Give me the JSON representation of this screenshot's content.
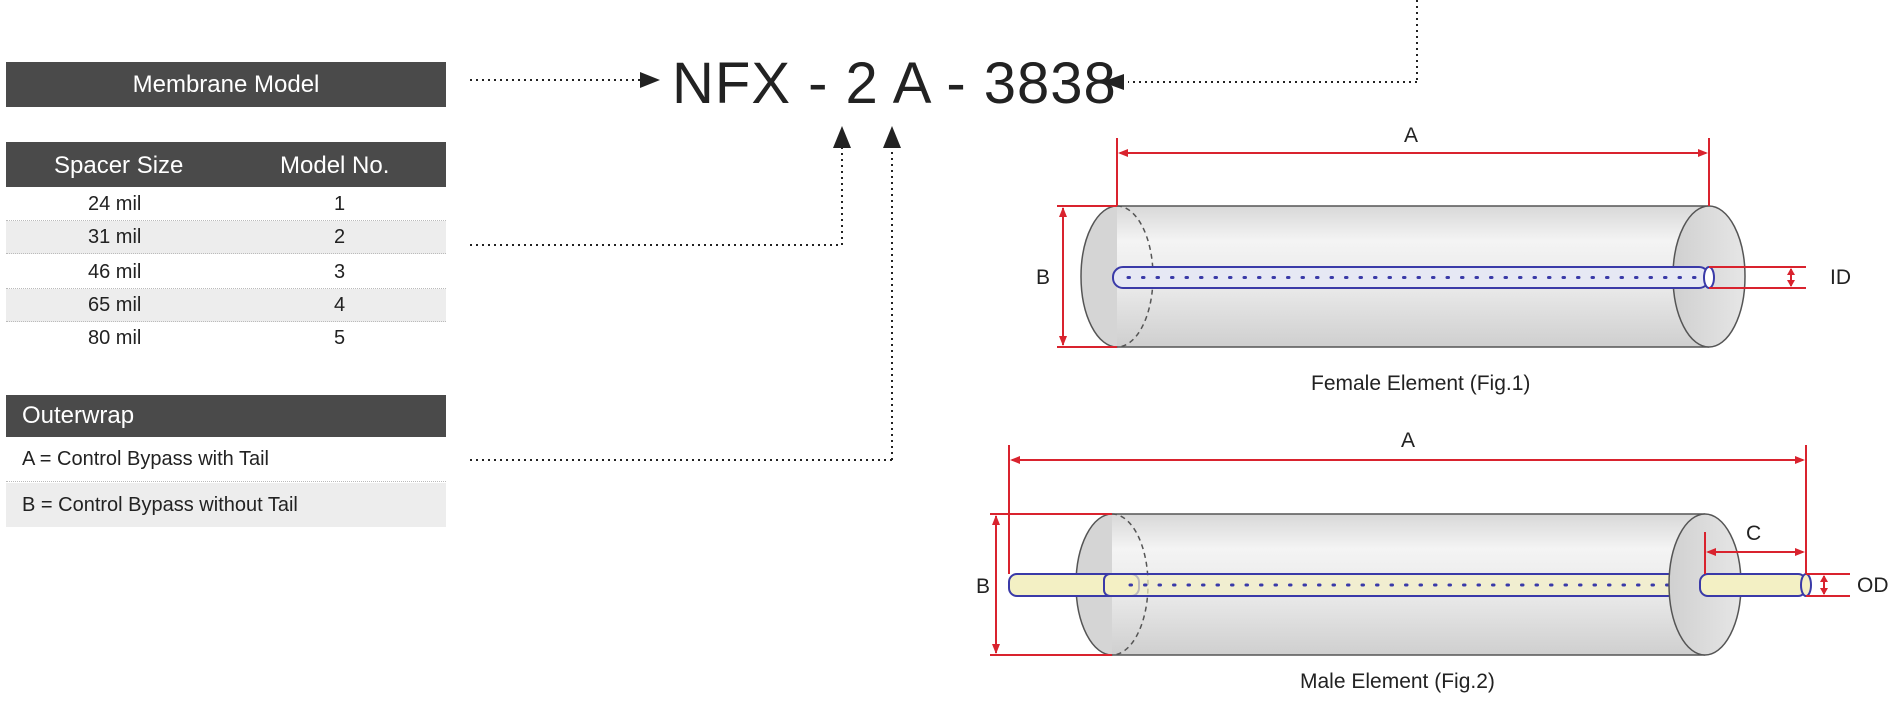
{
  "membrane_model": {
    "header": "Membrane Model"
  },
  "model_code": {
    "prefix": "NFX",
    "sep1": " - ",
    "spacer_digit": "2",
    "space": " ",
    "outerwrap_letter": "A",
    "sep2": " - ",
    "size": "3838"
  },
  "spacer_table": {
    "headers": [
      "Spacer Size",
      "Model No."
    ],
    "rows": [
      {
        "size": "24 mil",
        "model": "1"
      },
      {
        "size": "31 mil",
        "model": "2"
      },
      {
        "size": "46 mil",
        "model": "3"
      },
      {
        "size": "65 mil",
        "model": "4"
      },
      {
        "size": "80 mil",
        "model": "5"
      }
    ]
  },
  "outerwrap": {
    "header": "Outerwrap",
    "options": [
      "A = Control Bypass with Tail",
      "B = Control Bypass without Tail"
    ]
  },
  "figures": {
    "female": {
      "caption": "Female Element (Fig.1)",
      "dim_a": "A",
      "dim_b": "B",
      "dim_id": "ID"
    },
    "male": {
      "caption": "Male Element (Fig.2)",
      "dim_a": "A",
      "dim_b": "B",
      "dim_c": "C",
      "dim_od": "OD"
    }
  },
  "colors": {
    "header_bg": "#4a4a4a",
    "dimension_red": "#d9232e",
    "tube_blue": "#3a3aa8",
    "tube_yellow": "#f3f0c4"
  }
}
